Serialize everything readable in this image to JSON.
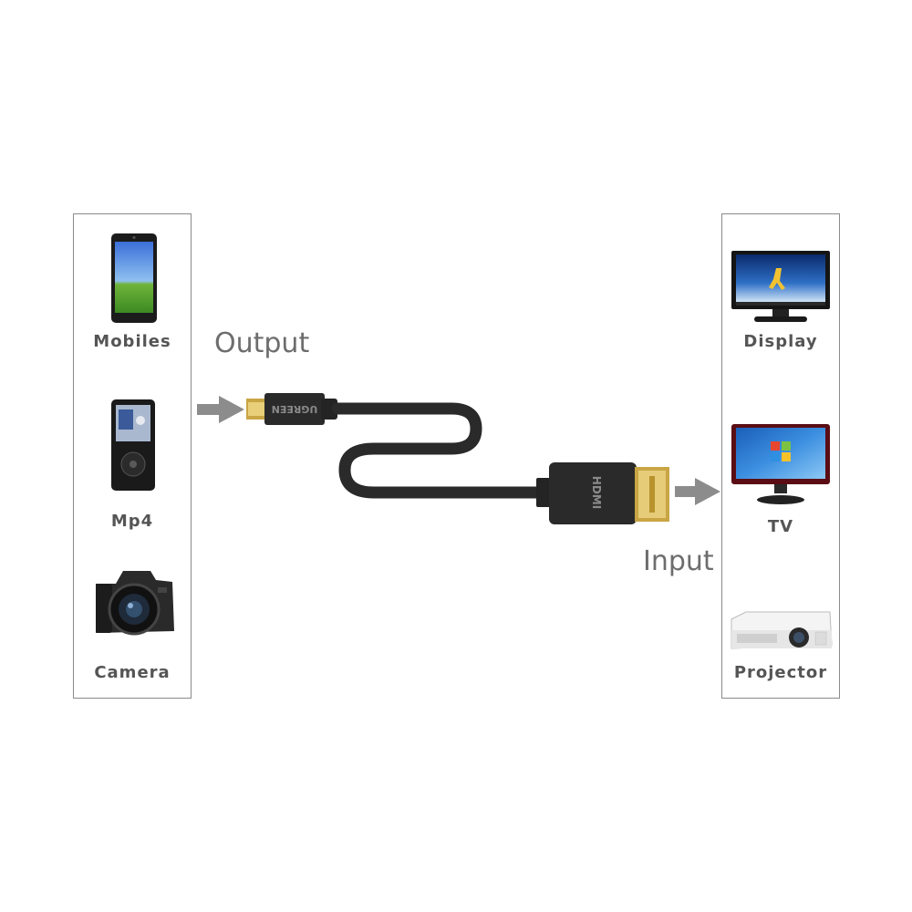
{
  "source_devices": [
    {
      "label": "Mobiles",
      "icon": "smartphone-icon"
    },
    {
      "label": "Mp4",
      "icon": "mp4-player-icon"
    },
    {
      "label": "Camera",
      "icon": "camera-icon"
    }
  ],
  "target_devices": [
    {
      "label": "Display",
      "icon": "monitor-icon"
    },
    {
      "label": "TV",
      "icon": "tv-icon"
    },
    {
      "label": "Projector",
      "icon": "projector-icon"
    }
  ],
  "flow": {
    "output_label": "Output",
    "input_label": "Input"
  },
  "cable": {
    "micro_plug_brand": "UGREEN",
    "hdmi_plug_mark": "HDMI"
  },
  "colors": {
    "border": "#8a8a8a",
    "arrow": "#8c8c8c",
    "cable": "#2a2a2a",
    "gold": "#c9a544",
    "label": "#555555"
  }
}
